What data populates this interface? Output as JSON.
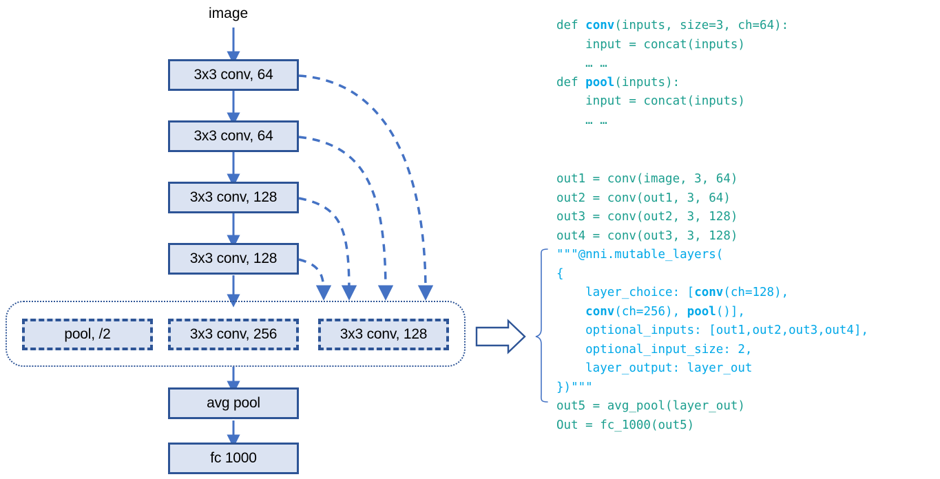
{
  "diagram": {
    "input_label": "image",
    "backbone": [
      {
        "label": "3x3 conv, 64"
      },
      {
        "label": "3x3 conv, 64"
      },
      {
        "label": "3x3 conv, 128"
      },
      {
        "label": "3x3 conv, 128"
      }
    ],
    "choice_group": {
      "options": [
        {
          "label": "pool, /2"
        },
        {
          "label": "3x3 conv, 256"
        },
        {
          "label": "3x3 conv, 128"
        }
      ]
    },
    "tail": [
      {
        "label": "avg pool"
      },
      {
        "label": "fc 1000"
      }
    ],
    "skip_connection_count": 4,
    "colors": {
      "node_fill": "#dbe3f2",
      "node_border": "#2d5496",
      "arrow": "#4472c4",
      "dashed_arrow": "#4472c4",
      "group_border": "#2d5496",
      "hollow_arrow_border": "#2d5496"
    }
  },
  "code": {
    "colors": {
      "default": "#1b9e8e",
      "highlight": "#00a8e8"
    },
    "block_defs": [
      {
        "segments": [
          {
            "t": "def ",
            "s": "plain"
          },
          {
            "t": "conv",
            "s": "b"
          },
          {
            "t": "(inputs, size=3, ch=64):",
            "s": "plain"
          }
        ]
      },
      {
        "segments": [
          {
            "t": "    input = concat(inputs)",
            "s": "plain"
          }
        ]
      },
      {
        "segments": [
          {
            "t": "    … …",
            "s": "plain"
          }
        ]
      },
      {
        "segments": [
          {
            "t": "def ",
            "s": "plain"
          },
          {
            "t": "pool",
            "s": "b"
          },
          {
            "t": "(inputs):",
            "s": "plain"
          }
        ]
      },
      {
        "segments": [
          {
            "t": "    input = concat(inputs)",
            "s": "plain"
          }
        ]
      },
      {
        "segments": [
          {
            "t": "    … …",
            "s": "plain"
          }
        ]
      }
    ],
    "block_body": [
      {
        "segments": [
          {
            "t": "out1 = conv(image, 3, 64)",
            "s": "plain"
          }
        ]
      },
      {
        "segments": [
          {
            "t": "out2 = conv(out1, 3, 64)",
            "s": "plain"
          }
        ]
      },
      {
        "segments": [
          {
            "t": "out3 = conv(out2, 3, 128)",
            "s": "plain"
          }
        ]
      },
      {
        "segments": [
          {
            "t": "out4 = conv(out3, 3, 128)",
            "s": "plain"
          }
        ]
      },
      {
        "segments": [
          {
            "t": "\"\"\"@nni.mutable_layers(",
            "s": "cy"
          }
        ]
      },
      {
        "segments": [
          {
            "t": "{",
            "s": "cy"
          }
        ]
      },
      {
        "segments": [
          {
            "t": "    layer_choice: [",
            "s": "cy"
          },
          {
            "t": "conv",
            "s": "cyb"
          },
          {
            "t": "(ch=128),",
            "s": "cy"
          }
        ]
      },
      {
        "segments": [
          {
            "t": "    ",
            "s": "cy"
          },
          {
            "t": "conv",
            "s": "cyb"
          },
          {
            "t": "(ch=256), ",
            "s": "cy"
          },
          {
            "t": "pool",
            "s": "cyb"
          },
          {
            "t": "()],",
            "s": "cy"
          }
        ]
      },
      {
        "segments": [
          {
            "t": "    optional_inputs: [out1,out2,out3,out4],",
            "s": "cy"
          }
        ]
      },
      {
        "segments": [
          {
            "t": "    optional_input_size: 2,",
            "s": "cy"
          }
        ]
      },
      {
        "segments": [
          {
            "t": "    layer_output: layer_out",
            "s": "cy"
          }
        ]
      },
      {
        "segments": [
          {
            "t": "})\"\"\"",
            "s": "cy"
          }
        ]
      },
      {
        "segments": [
          {
            "t": "out5 = avg_pool(layer_out)",
            "s": "plain"
          }
        ]
      },
      {
        "segments": [
          {
            "t": "Out = fc_1000(out5)",
            "s": "plain"
          }
        ]
      }
    ]
  }
}
